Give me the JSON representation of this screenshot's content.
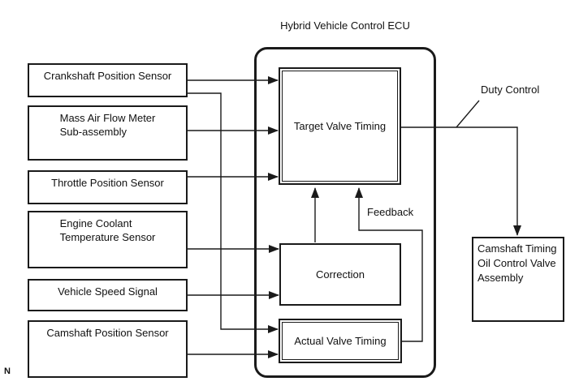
{
  "title": "Hybrid Vehicle Control ECU",
  "corner_mark": "N",
  "sensors": [
    {
      "label": "Crankshaft Position Sensor"
    },
    {
      "label": "Mass Air Flow Meter\nSub-assembly"
    },
    {
      "label": "Throttle Position Sensor"
    },
    {
      "label": "Engine Coolant\nTemperature Sensor"
    },
    {
      "label": "Vehicle Speed Signal"
    },
    {
      "label": "Camshaft Position Sensor"
    }
  ],
  "ecu_blocks": {
    "target_valve_timing": "Target Valve Timing",
    "correction": "Correction",
    "actual_valve_timing": "Actual Valve Timing"
  },
  "annotations": {
    "duty_control": "Duty Control",
    "feedback": "Feedback"
  },
  "actuator": {
    "label": "Camshaft Timing\nOil Control Valve\nAssembly"
  },
  "colors": {
    "line": "#1a1a1a",
    "background": "#ffffff",
    "box_fill": "#ffffff"
  }
}
